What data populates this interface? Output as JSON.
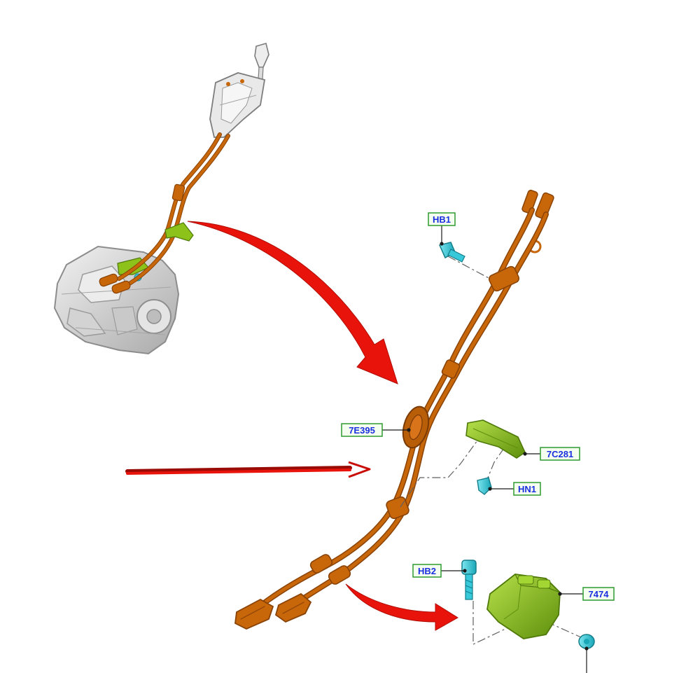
{
  "diagram": {
    "callouts": {
      "hb1": "HB1",
      "e395": "7E395",
      "c281": "7C281",
      "hn1": "HN1",
      "hb2": "HB2",
      "p7474": "7474"
    },
    "colors": {
      "cable": "#c8660a",
      "cable_dark": "#8a4306",
      "bracket": "#8cc21a",
      "fastener": "#37c9da",
      "housing": "#d9d9d9",
      "arrow": "#e8140c",
      "callout_text": "#1a2fe0",
      "callout_border": "#2f9b2f"
    },
    "icons": [
      "transmission-icon",
      "shifter-icon",
      "bolt-icon",
      "nut-icon",
      "bracket-icon"
    ]
  }
}
